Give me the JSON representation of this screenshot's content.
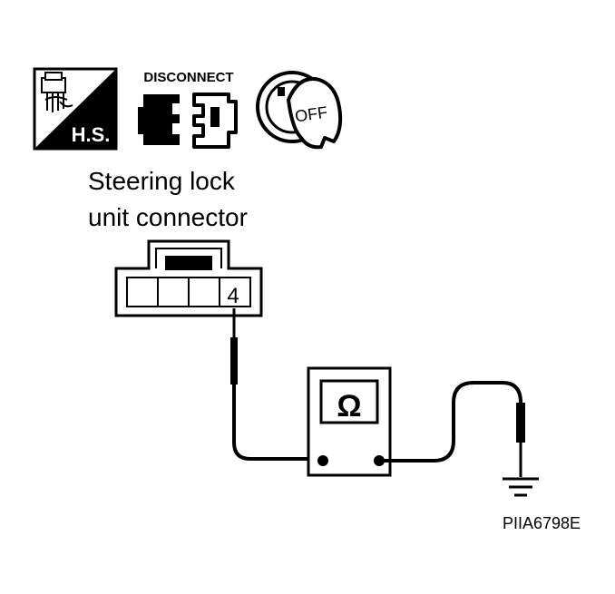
{
  "icons": {
    "hs_label": "H.S.",
    "disconnect_label": "DISCONNECT",
    "ignition_label": "OFF"
  },
  "connector": {
    "title_line1": "Steering lock",
    "title_line2": "unit connector",
    "terminal_number": "4"
  },
  "meter": {
    "symbol": "Ω"
  },
  "figure_code": "PIIA6798E"
}
